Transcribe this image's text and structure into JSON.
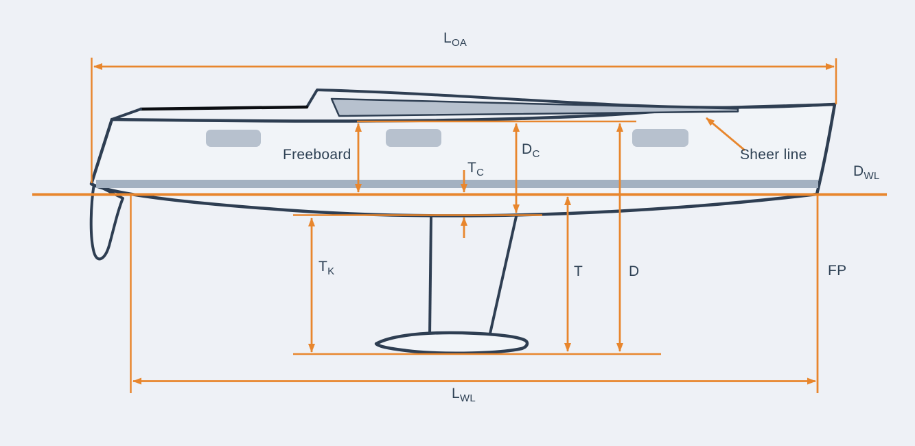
{
  "figure": {
    "type": "sailboat-dimension-diagram",
    "description": "Side profile of a sailboat hull with keel, bulb and rudder, annotated with principal dimension lines"
  },
  "labels": {
    "loa": {
      "main": "L",
      "sub": "OA"
    },
    "freeboard": "Freeboard",
    "dc": {
      "main": "D",
      "sub": "C"
    },
    "tc": {
      "main": "T",
      "sub": "C"
    },
    "sheer_line": "Sheer line",
    "dwl": {
      "main": "D",
      "sub": "WL"
    },
    "tk": {
      "main": "T",
      "sub": "K"
    },
    "t": "T",
    "d": "D",
    "fp": "FP",
    "lwl": {
      "main": "L",
      "sub": "WL"
    }
  },
  "colors": {
    "background": "#eef1f6",
    "outline_navy": "#2e3e52",
    "accent_orange": "#e8862d",
    "window_gray": "#b7c1ce",
    "boot_stripe_gray": "#a3b1c1",
    "coaming_black": "#0b0e12",
    "hull_fill": "#f1f4f8",
    "text": "#2e4154"
  }
}
